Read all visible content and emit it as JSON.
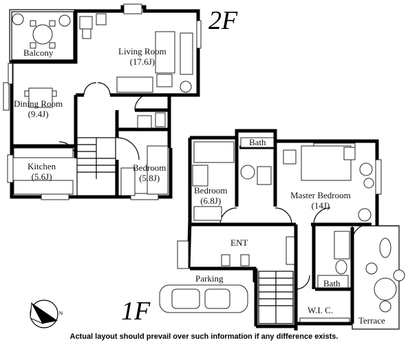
{
  "floors": {
    "second": "2F",
    "first": "1F"
  },
  "rooms": {
    "balcony": {
      "name": "Balcony"
    },
    "living": {
      "name": "Living Room",
      "size": "(17.6J)"
    },
    "dining": {
      "name": "Dining Room",
      "size": "(9.4J)"
    },
    "kitchen": {
      "name": "Kitchen",
      "size": "(5.6J)"
    },
    "bedroom_2f": {
      "name": "Bedroom",
      "size": "(5.8J)"
    },
    "bath_upper": {
      "name": "Bath"
    },
    "bedroom_1f": {
      "name": "Bedroom",
      "size": "(6.8J)"
    },
    "master": {
      "name": "Master Bedroom",
      "size": "(14J)"
    },
    "ent": {
      "name": "ENT"
    },
    "parking": {
      "name": "Parking"
    },
    "bath_lower": {
      "name": "Bath"
    },
    "wic": {
      "name": "W.I. C."
    },
    "terrace": {
      "name": "Terrace"
    }
  },
  "compass": {
    "north_label": "N",
    "icon": "compass-icon"
  },
  "footer_note": "Actual layout should prevail over such information if any difference exists."
}
